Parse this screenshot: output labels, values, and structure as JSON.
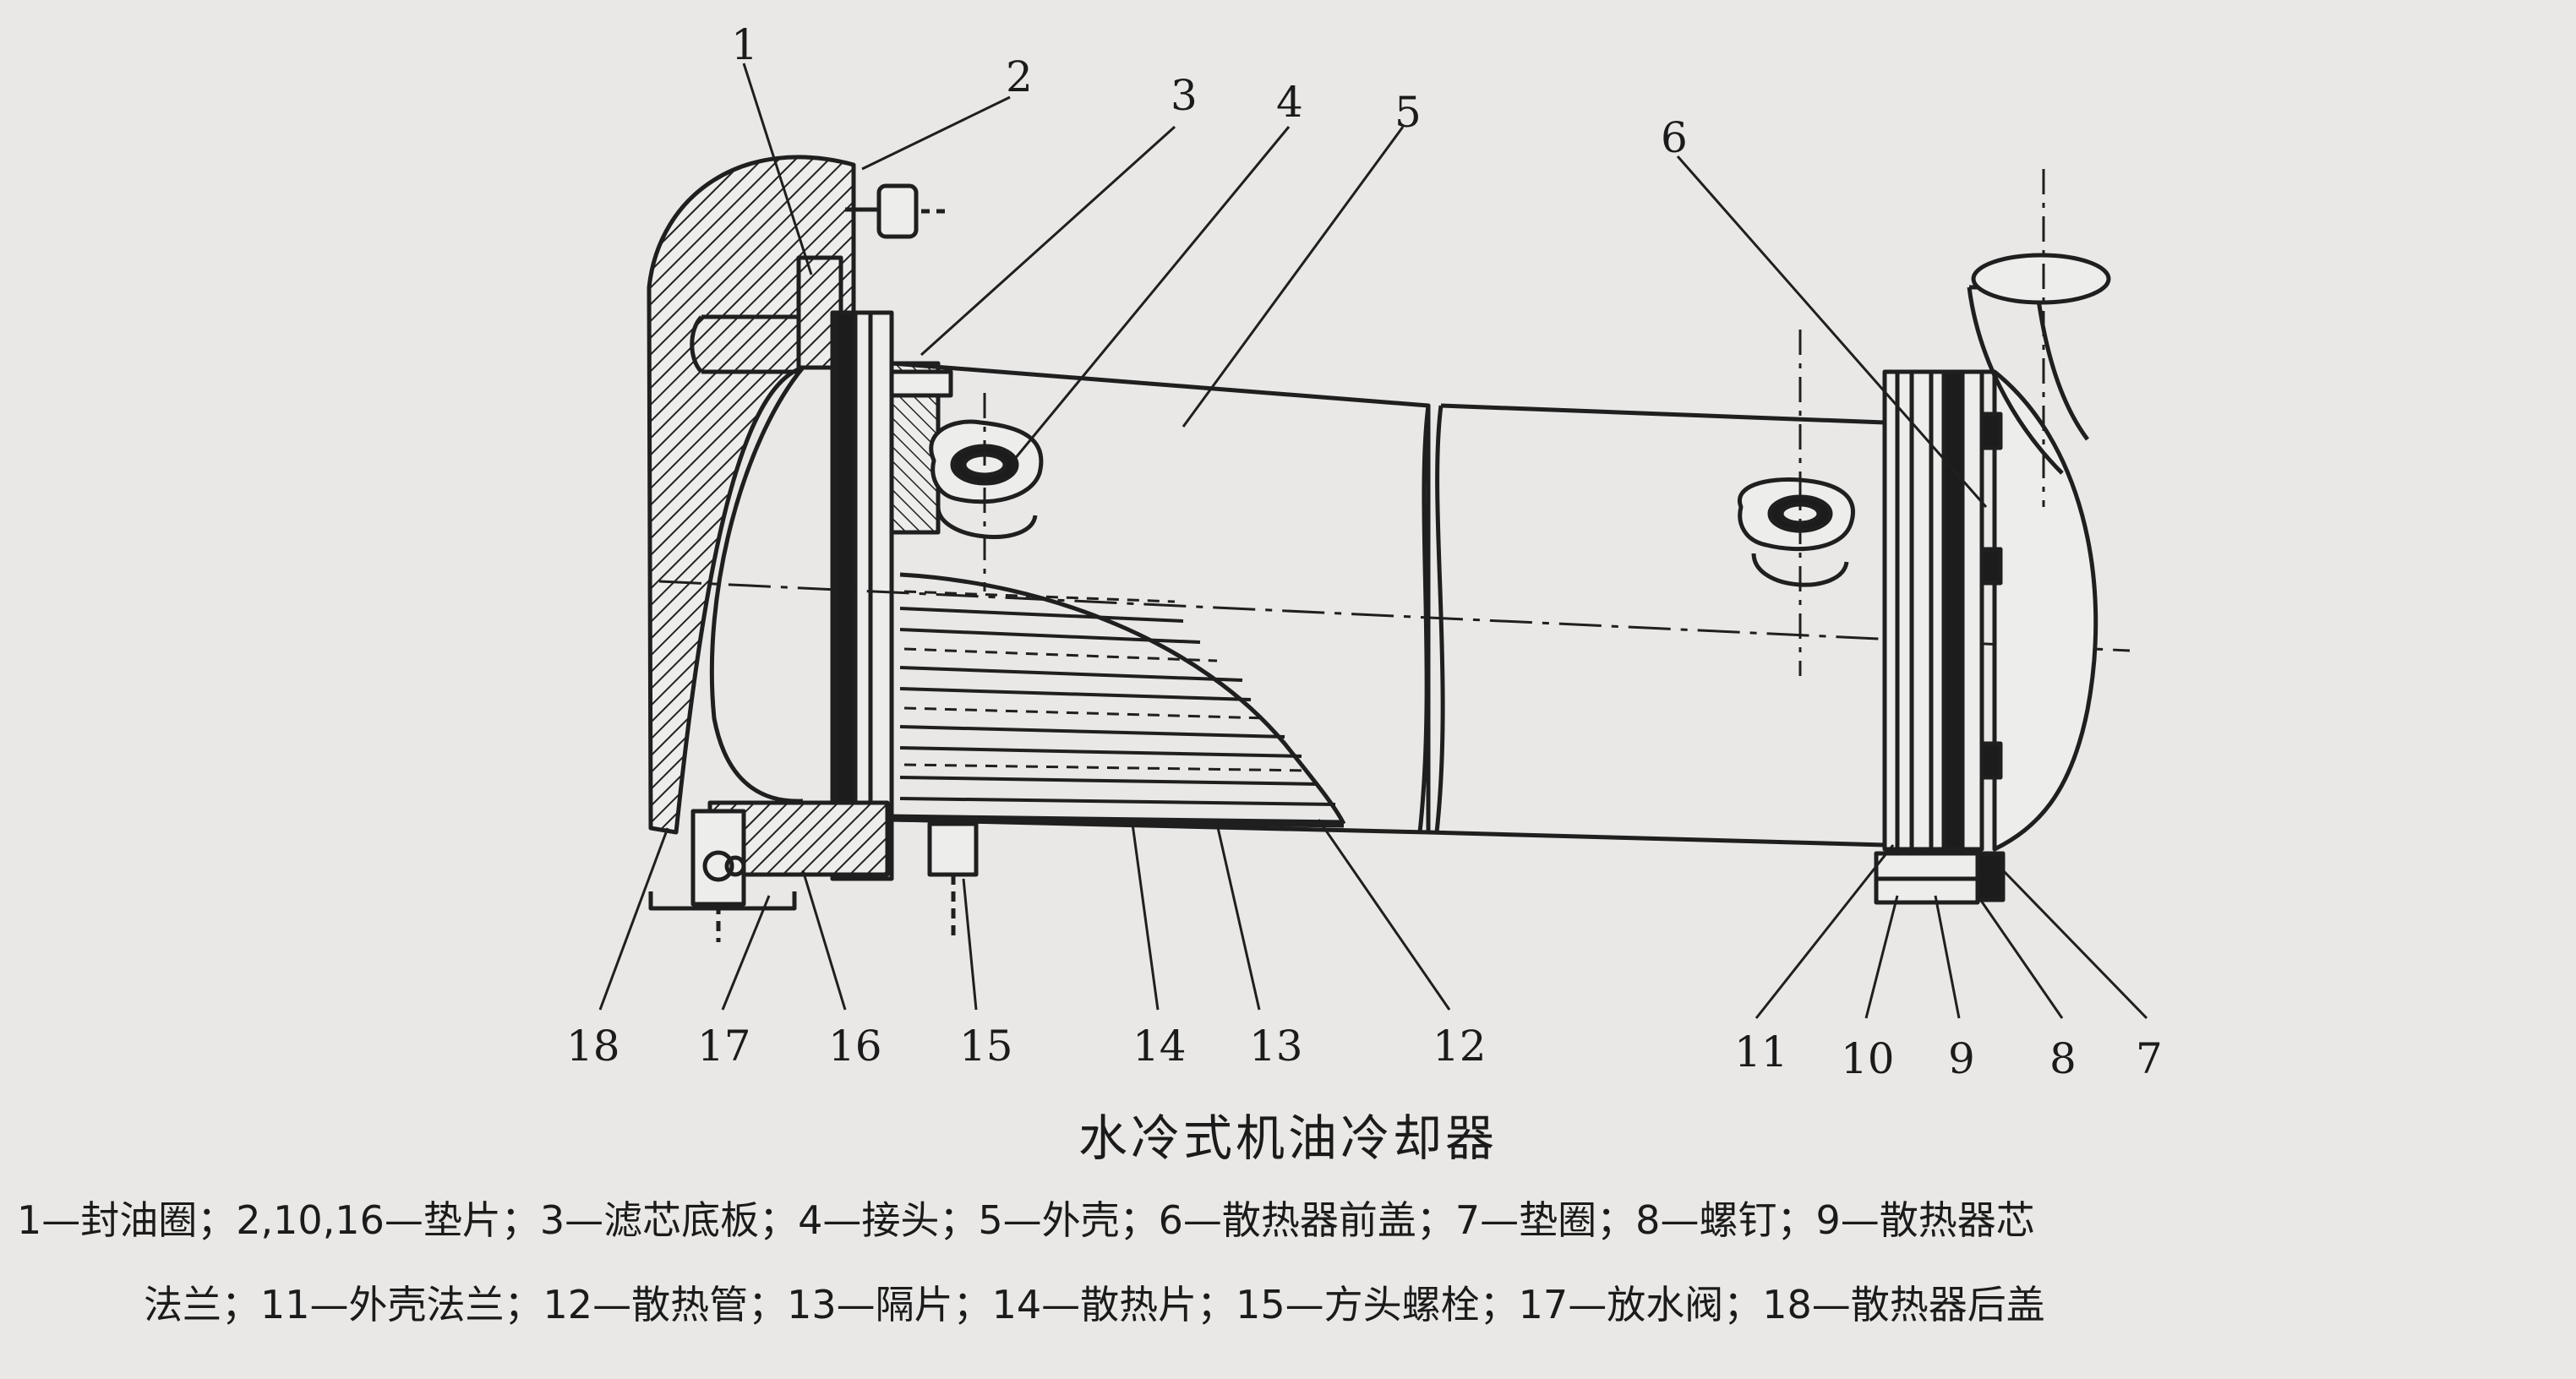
{
  "callouts": [
    "1",
    "2",
    "3",
    "4",
    "5",
    "6",
    "7",
    "8",
    "9",
    "10",
    "11",
    "12",
    "13",
    "14",
    "15",
    "16",
    "17",
    "18"
  ],
  "title": "水冷式机油冷却器",
  "caption": {
    "line1": "1—封油圈；2,10,16—垫片；3—滤芯底板；4—接头；5—外壳；6—散热器前盖；7—垫圈；8—螺钉；9—散热器芯",
    "line2": "法兰；11—外壳法兰；12—散热管；13—隔片；14—散热片；15—方头螺栓；17—放水阀；18—散热器后盖"
  }
}
